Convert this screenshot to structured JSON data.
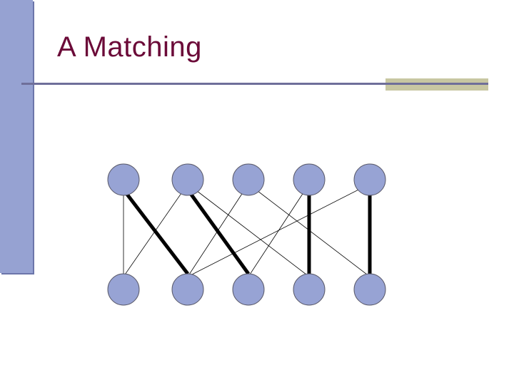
{
  "slide": {
    "title": "A Matching"
  },
  "graph": {
    "node_color": "#97a3d4",
    "node_stroke": "#5a5a6a",
    "top_nodes": [
      "t1",
      "t2",
      "t3",
      "t4",
      "t5"
    ],
    "bottom_nodes": [
      "b1",
      "b2",
      "b3",
      "b4",
      "b5"
    ],
    "edges": [
      {
        "from": 0,
        "to": 0,
        "matched": false
      },
      {
        "from": 0,
        "to": 1,
        "matched": true
      },
      {
        "from": 1,
        "to": 0,
        "matched": false
      },
      {
        "from": 1,
        "to": 2,
        "matched": true
      },
      {
        "from": 1,
        "to": 3,
        "matched": false
      },
      {
        "from": 2,
        "to": 1,
        "matched": false
      },
      {
        "from": 2,
        "to": 4,
        "matched": false
      },
      {
        "from": 3,
        "to": 2,
        "matched": false
      },
      {
        "from": 3,
        "to": 3,
        "matched": true
      },
      {
        "from": 4,
        "to": 1,
        "matched": false
      },
      {
        "from": 4,
        "to": 4,
        "matched": true
      }
    ]
  }
}
